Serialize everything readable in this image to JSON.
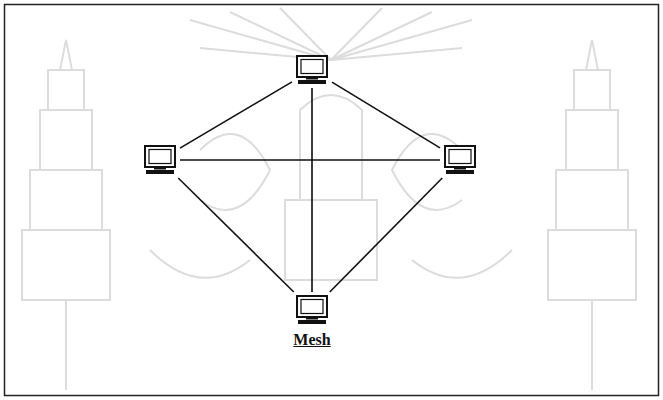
{
  "diagram": {
    "nodes": [
      {
        "text": []
      },
      {
        "text": []
      },
      {
        "text": []
      },
      {
        "text": [
          "Mesh"
        ]
      }
    ],
    "edges": [
      {
        "from": 0,
        "to": 1,
        "arrow": "none"
      },
      {
        "from": 0,
        "to": 2,
        "arrow": "none"
      },
      {
        "from": 0,
        "to": 3,
        "arrow": "none"
      },
      {
        "from": 1,
        "to": 2,
        "arrow": "none"
      },
      {
        "from": 1,
        "to": 3,
        "arrow": "none"
      },
      {
        "from": 2,
        "to": 3,
        "arrow": "none"
      }
    ]
  }
}
